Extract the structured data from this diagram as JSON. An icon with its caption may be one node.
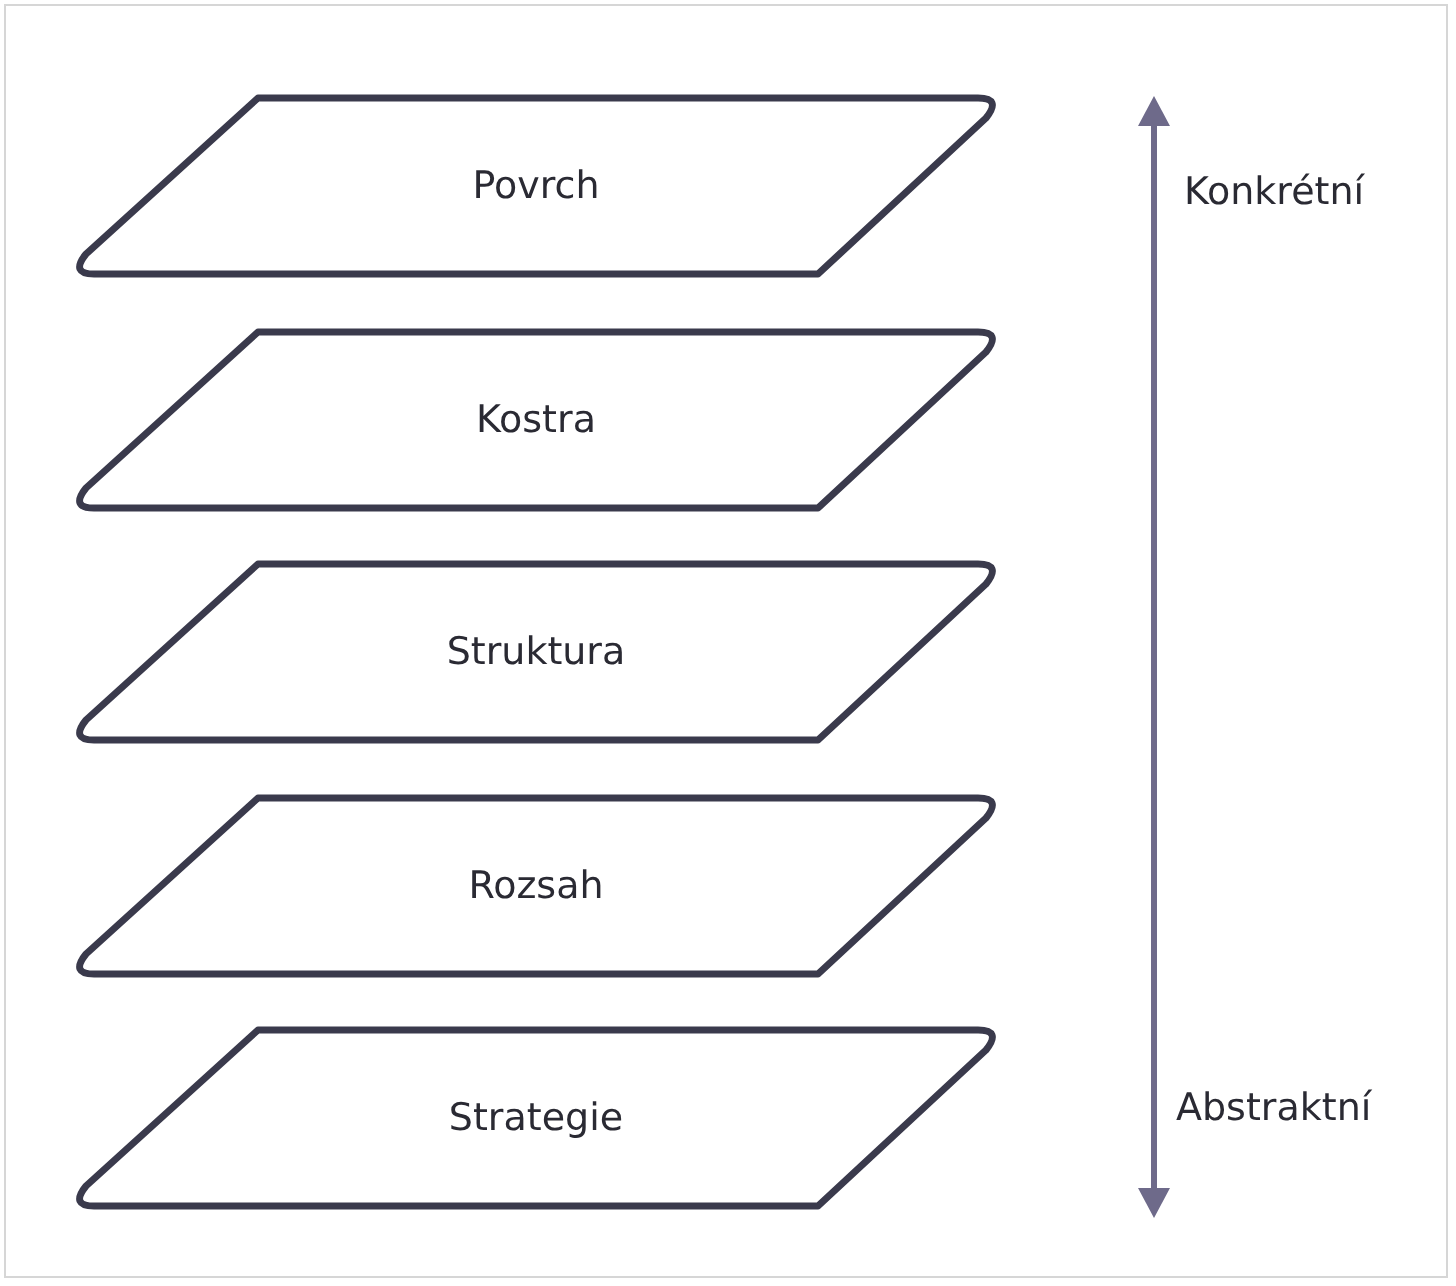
{
  "diagram": {
    "nodes": [
      {
        "text": [
          "Povrch"
        ]
      },
      {
        "text": [
          "Kostra"
        ]
      },
      {
        "text": [
          "Struktura"
        ]
      },
      {
        "text": [
          "Rozsah"
        ]
      },
      {
        "text": [
          "Strategie"
        ]
      }
    ],
    "labels": [
      "Konkrétní",
      "Abstraktní"
    ]
  }
}
